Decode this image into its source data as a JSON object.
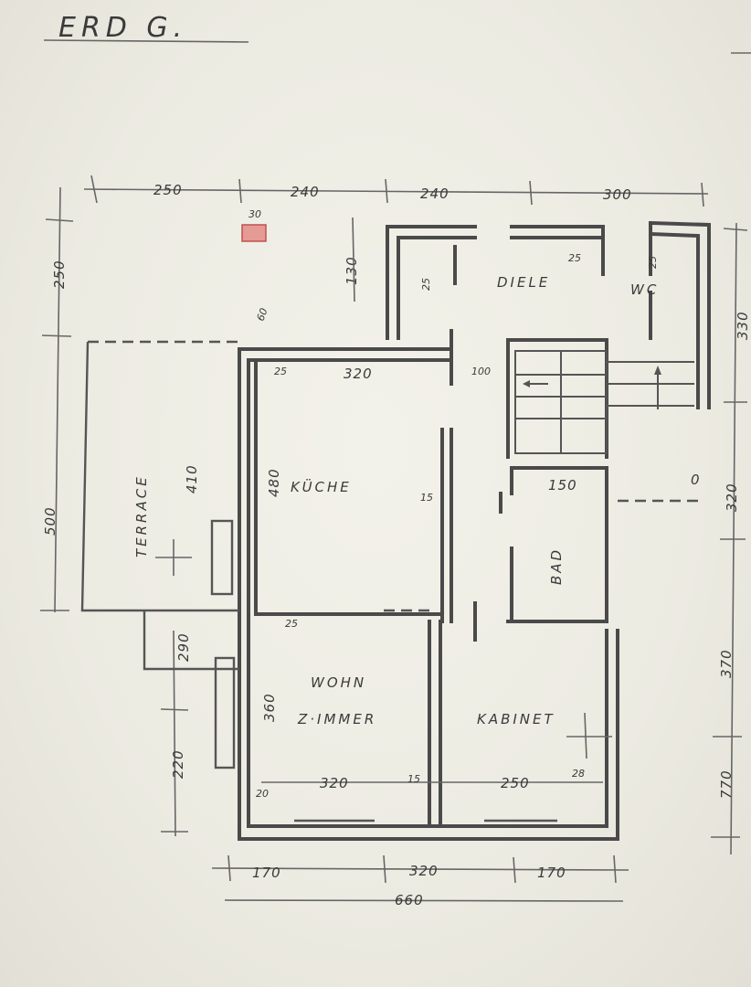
{
  "title": "ERD G.",
  "rooms": {
    "diele": "DIELE",
    "wc": "WC",
    "kueche": "KÜCHE",
    "bad": "BAD",
    "wohn_1": "WOHN",
    "wohn_2": "Z·IMMER",
    "kabinet": "KABINET",
    "terrasse": "TERRACE"
  },
  "dimensions": {
    "top_1": "250",
    "top_2": "240",
    "top_3": "240",
    "top_4": "300",
    "left_top": "250",
    "left_mid": "500",
    "left_low": "220",
    "left_small": "290",
    "right_1": "330",
    "right_2": "320",
    "right_3": "370",
    "right_4": "770",
    "bottom_1": "170",
    "bottom_2": "320",
    "bottom_3": "170",
    "bottom_total": "660",
    "kueche_width": "320",
    "kueche_height": "480",
    "terrace_depth": "410",
    "wohn_width": "320",
    "wohn_height": "360",
    "kabinet_width": "250",
    "bad_width": "150",
    "hall_opening": "100",
    "diele_height": "130",
    "chimney": "30",
    "wall_25a": "25",
    "wall_25b": "25",
    "wall_25c": "25",
    "wall_25d": "25",
    "wall_25e": "25",
    "wall_28": "28",
    "wall_15a": "15",
    "wall_15b": "15",
    "wall_20": "20",
    "zero": "0",
    "sixty": "60"
  }
}
